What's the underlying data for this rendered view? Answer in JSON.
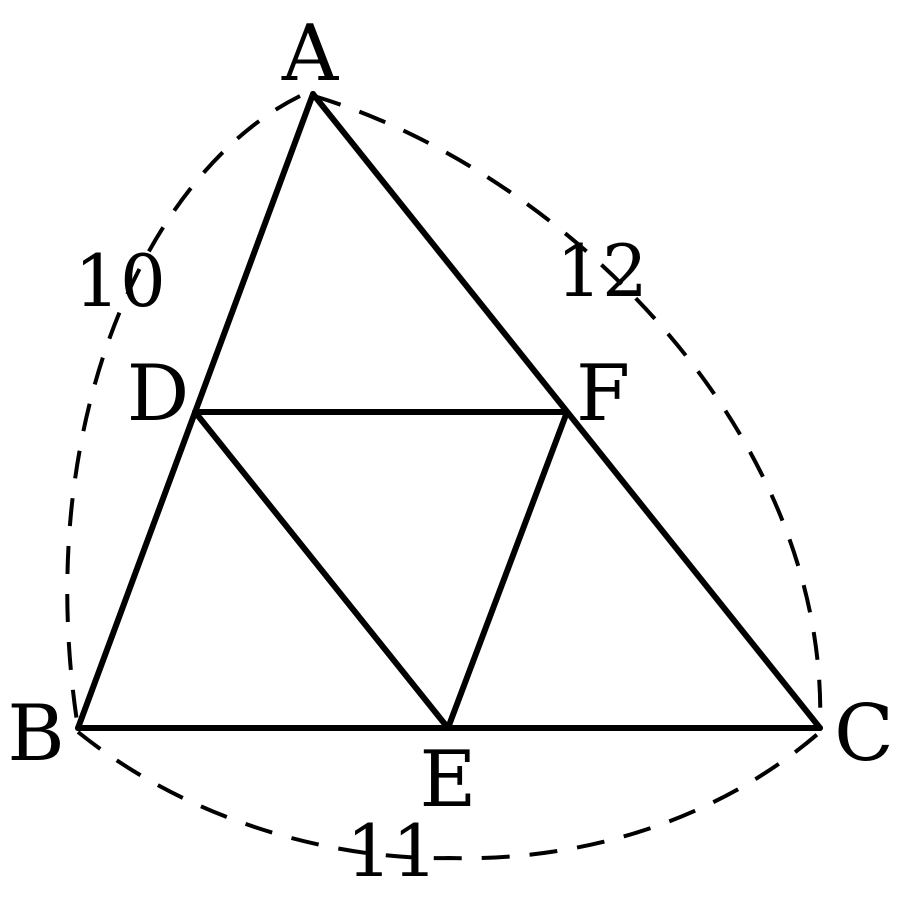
{
  "vertices": {
    "A": "A",
    "B": "B",
    "C": "C",
    "D": "D",
    "E": "E",
    "F": "F"
  },
  "side_lengths": {
    "AB": "10",
    "BC": "11",
    "CA": "12"
  },
  "colors": {
    "stroke": "#000000",
    "background": "#ffffff"
  }
}
